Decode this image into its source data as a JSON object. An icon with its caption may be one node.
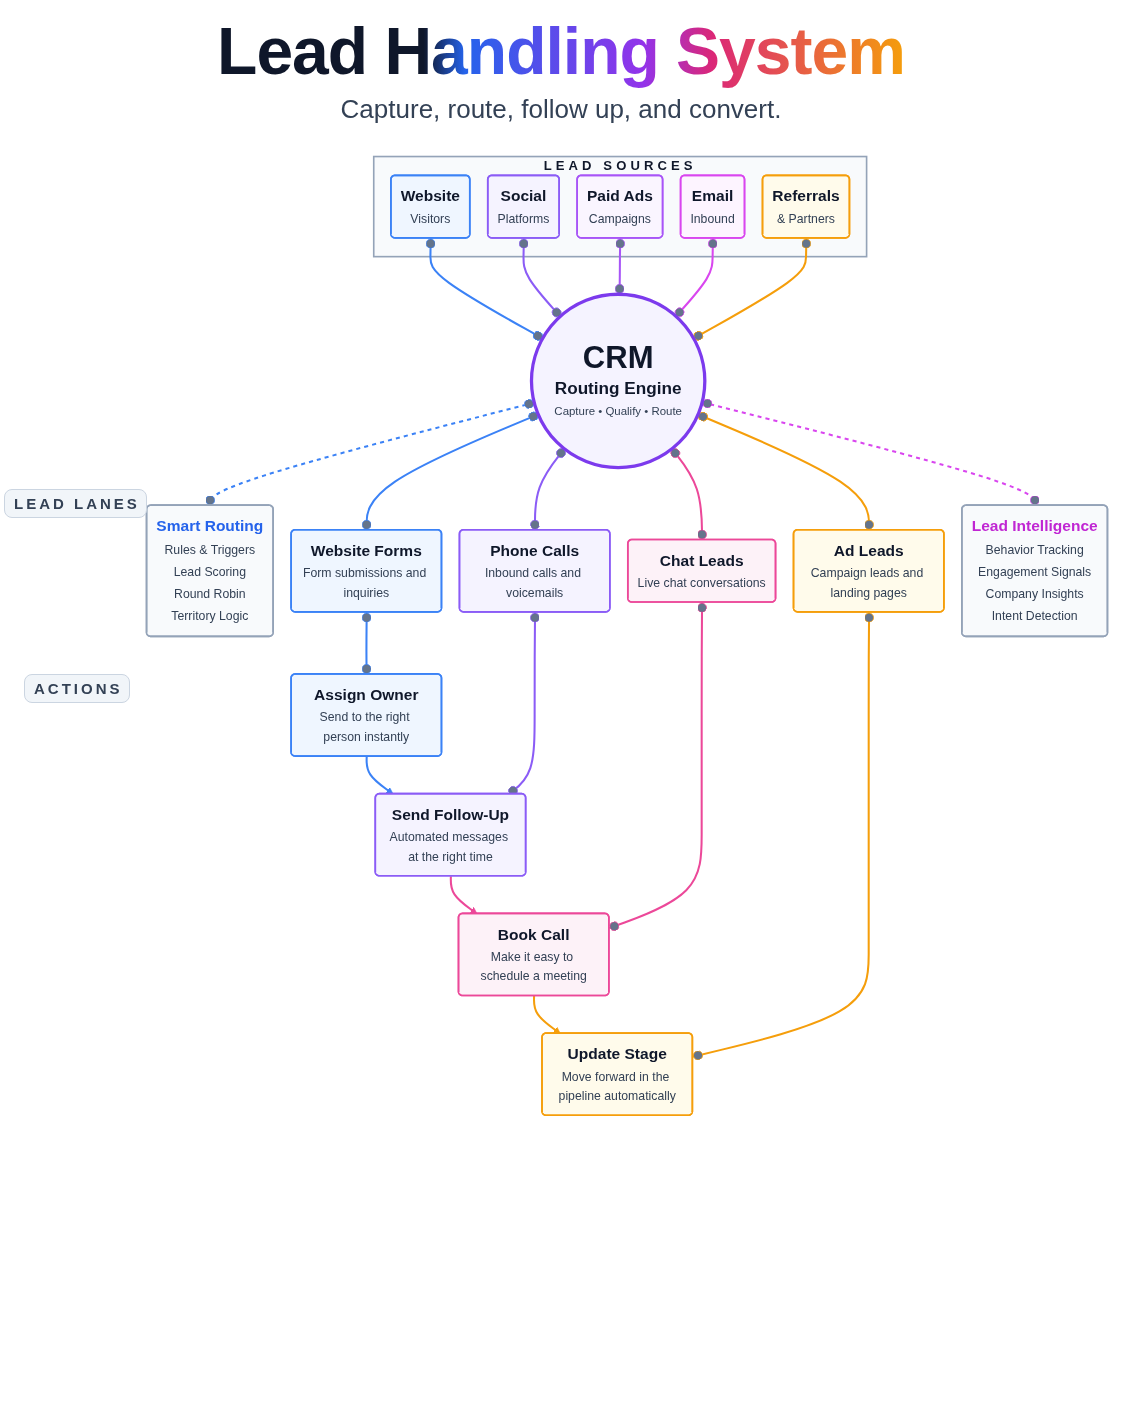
{
  "diagram": {
    "title": "Lead Handling System",
    "nodes": [
      {
        "text": [
          "LEAD SOURCES"
        ]
      },
      {
        "text": [
          "Website",
          "Visitors"
        ],
        "in": 0
      },
      {
        "text": [
          "Social",
          "Platforms"
        ],
        "in": 0
      },
      {
        "text": [
          "Paid Ads",
          "Campaigns"
        ],
        "in": 0
      },
      {
        "text": [
          "Email",
          "Inbound"
        ],
        "in": 0
      },
      {
        "text": [
          "Referrals",
          "& Partners"
        ],
        "in": 0
      },
      {
        "text": [
          "CRM",
          "Routing Engine",
          "Capture • Qualify • Route"
        ]
      },
      {
        "text": [
          "Smart Routing",
          "Rules & Triggers",
          "Lead Scoring",
          "Round Robin",
          "Territory Logic"
        ]
      },
      {
        "text": [
          "Lead Intelligence",
          "Behavior Tracking",
          "Engagement Signals",
          "Company Insights",
          "Intent Detection"
        ]
      },
      {
        "text": [
          "Website Forms",
          "Form submissions and inquiries"
        ]
      },
      {
        "text": [
          "Phone Calls",
          "Inbound calls and voicemails"
        ]
      },
      {
        "text": [
          "Chat Leads",
          "Live chat conversations"
        ]
      },
      {
        "text": [
          "Ad Leads",
          "Campaign leads and landing pages"
        ]
      },
      {
        "text": [
          "Assign Owner",
          "Send to the right person instantly"
        ]
      },
      {
        "text": [
          "Send Follow-Up",
          "Automated messages at the right time"
        ]
      },
      {
        "text": [
          "Book Call",
          "Make it easy to schedule a meeting"
        ]
      },
      {
        "text": [
          "Update Stage",
          "Move forward in the pipeline automatically"
        ]
      }
    ],
    "edges": [
      {
        "from": 1,
        "to": 6,
        "arrow": "other",
        "color": "#3b82f6"
      },
      {
        "from": 2,
        "to": 6,
        "arrow": "other",
        "color": "#8b5cf6"
      },
      {
        "from": 3,
        "to": 6,
        "arrow": "other",
        "color": "#a855f7"
      },
      {
        "from": 4,
        "to": 6,
        "arrow": "other",
        "color": "#d946ef"
      },
      {
        "from": 5,
        "to": 6,
        "arrow": "other",
        "color": "#f59e0b"
      },
      {
        "from": 6,
        "to": 7,
        "arrow": "other",
        "style": "dashed",
        "color": "#3b82f6"
      },
      {
        "from": 6,
        "to": 8,
        "arrow": "other",
        "style": "dashed",
        "color": "#d946ef"
      },
      {
        "from": 6,
        "to": 9,
        "arrow": "other",
        "color": "#3b82f6"
      },
      {
        "from": 6,
        "to": 10,
        "arrow": "other",
        "color": "#8b5cf6"
      },
      {
        "from": 6,
        "to": 11,
        "arrow": "other",
        "color": "#ec4899"
      },
      {
        "from": 6,
        "to": 12,
        "arrow": "other",
        "color": "#f59e0b"
      },
      {
        "from": 13,
        "to": 14,
        "arrow": "to",
        "color": "#3b82f6"
      },
      {
        "from": 14,
        "to": 15,
        "arrow": "to",
        "color": "#ec4899"
      },
      {
        "from": 15,
        "to": 16,
        "arrow": "to",
        "color": "#f59e0b"
      },
      {
        "from": 9,
        "to": 13,
        "arrow": "other",
        "color": "#3b82f6"
      },
      {
        "from": 10,
        "to": 14,
        "arrow": "other",
        "color": "#8b5cf6"
      },
      {
        "from": 11,
        "to": 15,
        "arrow": "other",
        "color": "#ec4899"
      },
      {
        "from": 12,
        "to": 16,
        "arrow": "other",
        "color": "#f59e0b"
      }
    ],
    "labels": [
      "Capture, route, follow up, and convert.",
      "LEAD LANES",
      "ACTIONS"
    ]
  }
}
